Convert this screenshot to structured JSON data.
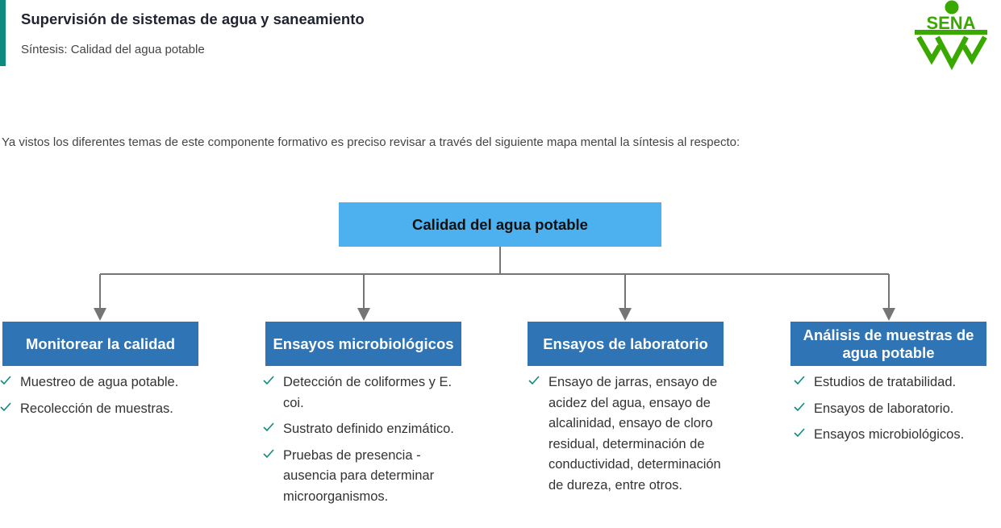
{
  "header": {
    "title": "Supervisión de sistemas de agua y saneamiento",
    "subtitle": "Síntesis: Calidad del agua potable",
    "logo_text": "SENA",
    "accent_color": "#0f8a7e",
    "logo_color": "#39a900"
  },
  "intro": "Ya vistos los diferentes temas de este componente formativo es preciso revisar a través del siguiente mapa mental la síntesis al respecto:",
  "mindmap": {
    "root": "Calidad del agua potable",
    "root_color": "#4db1ef",
    "branch_color": "#2f74b5",
    "check_icon": "check-icon",
    "branches": [
      {
        "title": "Monitorear la calidad",
        "items": [
          "Muestreo de agua potable.",
          "Recolección de muestras."
        ]
      },
      {
        "title": "Ensayos microbiológicos",
        "items": [
          "Detección de coliformes y E. coi.",
          "Sustrato definido enzimático.",
          "Pruebas de presencia - ausencia para determinar microorganismos."
        ]
      },
      {
        "title": "Ensayos de laboratorio",
        "items": [
          "Ensayo de jarras, ensayo de acidez del agua, ensayo de alcalinidad, ensayo de cloro residual, determinación de conductividad, determinación de dureza, entre otros."
        ]
      },
      {
        "title": "Análisis de muestras de agua potable",
        "items": [
          "Estudios de tratabilidad.",
          "Ensayos de laboratorio.",
          "Ensayos microbiológicos."
        ]
      }
    ]
  }
}
